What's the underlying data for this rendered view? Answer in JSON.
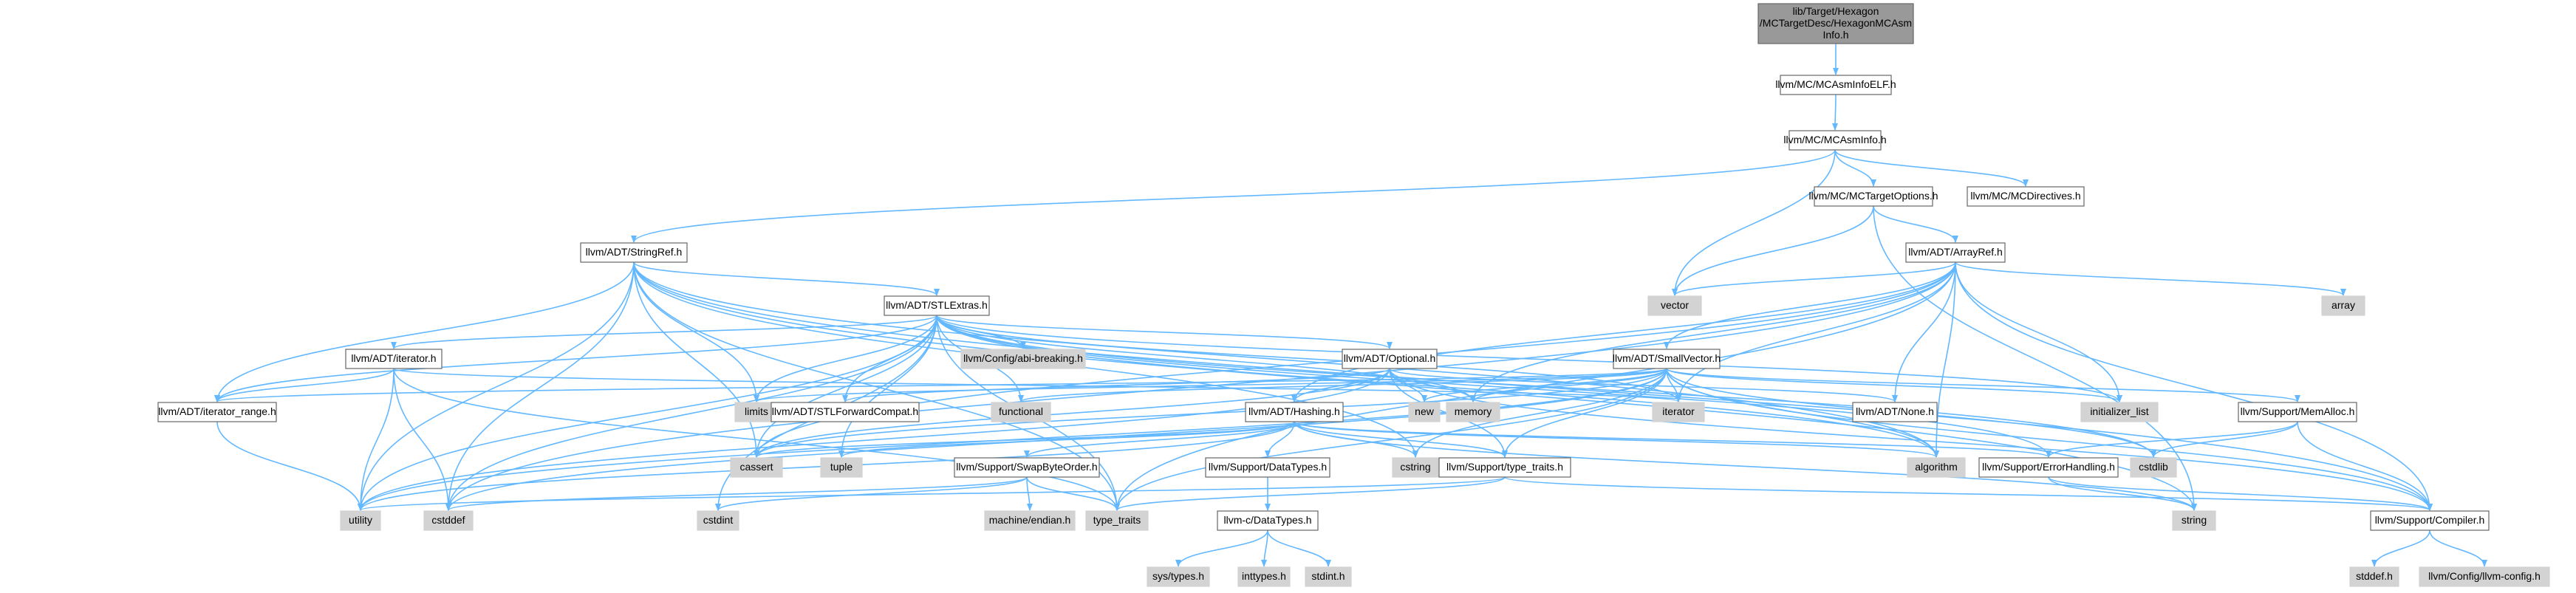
{
  "graph": {
    "colors": {
      "edge": "#63b8ff",
      "internal_fill": "#ffffff",
      "internal_border": "#666666",
      "external_fill": "#d3d3d3",
      "root_fill": "#999999"
    },
    "nodes": {
      "root": {
        "lines": [
          "lib/Target/Hexagon",
          "/MCTargetDesc/HexagonMCAsm",
          "Info.h"
        ],
        "kind": "root"
      },
      "mcasminfoelf": {
        "lines": [
          "llvm/MC/MCAsmInfoELF.h"
        ],
        "kind": "internal"
      },
      "mcasminfo": {
        "lines": [
          "llvm/MC/MCAsmInfo.h"
        ],
        "kind": "internal"
      },
      "mctargetoptions": {
        "lines": [
          "llvm/MC/MCTargetOptions.h"
        ],
        "kind": "internal"
      },
      "mcdirectives": {
        "lines": [
          "llvm/MC/MCDirectives.h"
        ],
        "kind": "internal"
      },
      "stringref": {
        "lines": [
          "llvm/ADT/StringRef.h"
        ],
        "kind": "internal"
      },
      "arrayref": {
        "lines": [
          "llvm/ADT/ArrayRef.h"
        ],
        "kind": "internal"
      },
      "vector": {
        "lines": [
          "vector"
        ],
        "kind": "external"
      },
      "array": {
        "lines": [
          "array"
        ],
        "kind": "external"
      },
      "stlextras": {
        "lines": [
          "llvm/ADT/STLExtras.h"
        ],
        "kind": "internal"
      },
      "abibreaking": {
        "lines": [
          "llvm/Config/abi-breaking.h"
        ],
        "kind": "external"
      },
      "iteratorh": {
        "lines": [
          "llvm/ADT/iterator.h"
        ],
        "kind": "internal"
      },
      "optional": {
        "lines": [
          "llvm/ADT/Optional.h"
        ],
        "kind": "internal"
      },
      "smallvector": {
        "lines": [
          "llvm/ADT/SmallVector.h"
        ],
        "kind": "internal"
      },
      "iteratorrange": {
        "lines": [
          "llvm/ADT/iterator_range.h"
        ],
        "kind": "internal"
      },
      "limits": {
        "lines": [
          "limits"
        ],
        "kind": "external"
      },
      "stlforward": {
        "lines": [
          "llvm/ADT/STLForwardCompat.h"
        ],
        "kind": "internal"
      },
      "functional": {
        "lines": [
          "functional"
        ],
        "kind": "external"
      },
      "hashing": {
        "lines": [
          "llvm/ADT/Hashing.h"
        ],
        "kind": "internal"
      },
      "new": {
        "lines": [
          "new"
        ],
        "kind": "external"
      },
      "memory": {
        "lines": [
          "memory"
        ],
        "kind": "external"
      },
      "iterator": {
        "lines": [
          "iterator"
        ],
        "kind": "external"
      },
      "none": {
        "lines": [
          "llvm/ADT/None.h"
        ],
        "kind": "internal"
      },
      "initlist": {
        "lines": [
          "initializer_list"
        ],
        "kind": "external"
      },
      "memalloc": {
        "lines": [
          "llvm/Support/MemAlloc.h"
        ],
        "kind": "internal"
      },
      "cassert": {
        "lines": [
          "cassert"
        ],
        "kind": "external"
      },
      "tuple": {
        "lines": [
          "tuple"
        ],
        "kind": "external"
      },
      "cstring": {
        "lines": [
          "cstring"
        ],
        "kind": "external"
      },
      "swapbyte": {
        "lines": [
          "llvm/Support/SwapByteOrder.h"
        ],
        "kind": "internal"
      },
      "datatypes": {
        "lines": [
          "llvm/Support/DataTypes.h"
        ],
        "kind": "internal"
      },
      "typetraitsh": {
        "lines": [
          "llvm/Support/type_traits.h"
        ],
        "kind": "internal"
      },
      "algorithm": {
        "lines": [
          "algorithm"
        ],
        "kind": "external"
      },
      "errorhandling": {
        "lines": [
          "llvm/Support/ErrorHandling.h"
        ],
        "kind": "internal"
      },
      "cstdlib": {
        "lines": [
          "cstdlib"
        ],
        "kind": "external"
      },
      "utility": {
        "lines": [
          "utility"
        ],
        "kind": "external"
      },
      "cstddef": {
        "lines": [
          "cstddef"
        ],
        "kind": "external"
      },
      "cstdint": {
        "lines": [
          "cstdint"
        ],
        "kind": "external"
      },
      "endian": {
        "lines": [
          "machine/endian.h"
        ],
        "kind": "external"
      },
      "typetraits": {
        "lines": [
          "type_traits"
        ],
        "kind": "external"
      },
      "cdatatypes": {
        "lines": [
          "llvm-c/DataTypes.h"
        ],
        "kind": "internal"
      },
      "string": {
        "lines": [
          "string"
        ],
        "kind": "external"
      },
      "compiler": {
        "lines": [
          "llvm/Support/Compiler.h"
        ],
        "kind": "internal"
      },
      "systypes": {
        "lines": [
          "sys/types.h"
        ],
        "kind": "external"
      },
      "inttypes": {
        "lines": [
          "inttypes.h"
        ],
        "kind": "external"
      },
      "stdint": {
        "lines": [
          "stdint.h"
        ],
        "kind": "external"
      },
      "stddef": {
        "lines": [
          "stddef.h"
        ],
        "kind": "external"
      },
      "llvmconfig": {
        "lines": [
          "llvm/Config/llvm-config.h"
        ],
        "kind": "external"
      }
    },
    "edges": [
      [
        "root",
        "mcasminfoelf"
      ],
      [
        "mcasminfoelf",
        "mcasminfo"
      ],
      [
        "mcasminfo",
        "stringref"
      ],
      [
        "mcasminfo",
        "mctargetoptions"
      ],
      [
        "mcasminfo",
        "mcdirectives"
      ],
      [
        "mcasminfo",
        "vector"
      ],
      [
        "mctargetoptions",
        "arrayref"
      ],
      [
        "mctargetoptions",
        "string"
      ],
      [
        "mctargetoptions",
        "vector"
      ],
      [
        "stringref",
        "stlextras"
      ],
      [
        "stringref",
        "iteratorrange"
      ],
      [
        "stringref",
        "compiler"
      ],
      [
        "stringref",
        "algorithm"
      ],
      [
        "stringref",
        "cassert"
      ],
      [
        "stringref",
        "cstddef"
      ],
      [
        "stringref",
        "cstring"
      ],
      [
        "stringref",
        "limits"
      ],
      [
        "stringref",
        "string"
      ],
      [
        "stringref",
        "typetraits"
      ],
      [
        "stringref",
        "utility"
      ],
      [
        "arrayref",
        "hashing"
      ],
      [
        "arrayref",
        "none"
      ],
      [
        "arrayref",
        "smallvector"
      ],
      [
        "arrayref",
        "compiler"
      ],
      [
        "arrayref",
        "algorithm"
      ],
      [
        "arrayref",
        "array"
      ],
      [
        "arrayref",
        "cassert"
      ],
      [
        "arrayref",
        "cstddef"
      ],
      [
        "arrayref",
        "initlist"
      ],
      [
        "arrayref",
        "iterator"
      ],
      [
        "arrayref",
        "memory"
      ],
      [
        "arrayref",
        "typetraits"
      ],
      [
        "arrayref",
        "vector"
      ],
      [
        "stlextras",
        "abibreaking"
      ],
      [
        "stlextras",
        "iteratorh"
      ],
      [
        "stlextras",
        "optional"
      ],
      [
        "stlextras",
        "stlforward"
      ],
      [
        "stlextras",
        "iteratorrange"
      ],
      [
        "stlextras",
        "errorhandling"
      ],
      [
        "stlextras",
        "algorithm"
      ],
      [
        "stlextras",
        "cassert"
      ],
      [
        "stlextras",
        "cstddef"
      ],
      [
        "stlextras",
        "cstdint"
      ],
      [
        "stlextras",
        "cstdlib"
      ],
      [
        "stlextras",
        "functional"
      ],
      [
        "stlextras",
        "initlist"
      ],
      [
        "stlextras",
        "iterator"
      ],
      [
        "stlextras",
        "limits"
      ],
      [
        "stlextras",
        "memory"
      ],
      [
        "stlextras",
        "tuple"
      ],
      [
        "stlextras",
        "typetraits"
      ],
      [
        "stlextras",
        "utility"
      ],
      [
        "iteratorh",
        "iteratorrange"
      ],
      [
        "iteratorh",
        "cstddef"
      ],
      [
        "iteratorh",
        "iterator"
      ],
      [
        "iteratorh",
        "typetraits"
      ],
      [
        "iteratorh",
        "utility"
      ],
      [
        "optional",
        "hashing"
      ],
      [
        "optional",
        "none"
      ],
      [
        "optional",
        "stlforward"
      ],
      [
        "optional",
        "compiler"
      ],
      [
        "optional",
        "typetraitsh"
      ],
      [
        "optional",
        "cassert"
      ],
      [
        "optional",
        "memory"
      ],
      [
        "optional",
        "new"
      ],
      [
        "optional",
        "utility"
      ],
      [
        "smallvector",
        "iteratorrange"
      ],
      [
        "smallvector",
        "compiler"
      ],
      [
        "smallvector",
        "memalloc"
      ],
      [
        "smallvector",
        "typetraitsh"
      ],
      [
        "smallvector",
        "algorithm"
      ],
      [
        "smallvector",
        "cassert"
      ],
      [
        "smallvector",
        "cstddef"
      ],
      [
        "smallvector",
        "cstdlib"
      ],
      [
        "smallvector",
        "cstring"
      ],
      [
        "smallvector",
        "functional"
      ],
      [
        "smallvector",
        "initlist"
      ],
      [
        "smallvector",
        "iterator"
      ],
      [
        "smallvector",
        "limits"
      ],
      [
        "smallvector",
        "memory"
      ],
      [
        "smallvector",
        "new"
      ],
      [
        "smallvector",
        "typetraits"
      ],
      [
        "smallvector",
        "utility"
      ],
      [
        "hashing",
        "datatypes"
      ],
      [
        "hashing",
        "errorhandling"
      ],
      [
        "hashing",
        "swapbyte"
      ],
      [
        "hashing",
        "typetraitsh"
      ],
      [
        "hashing",
        "algorithm"
      ],
      [
        "hashing",
        "cassert"
      ],
      [
        "hashing",
        "cstring"
      ],
      [
        "hashing",
        "string"
      ],
      [
        "hashing",
        "tuple"
      ],
      [
        "hashing",
        "utility"
      ],
      [
        "memalloc",
        "compiler"
      ],
      [
        "memalloc",
        "errorhandling"
      ],
      [
        "memalloc",
        "cstdlib"
      ],
      [
        "swapbyte",
        "cstddef"
      ],
      [
        "swapbyte",
        "cstdint"
      ],
      [
        "swapbyte",
        "typetraits"
      ],
      [
        "swapbyte",
        "endian"
      ],
      [
        "datatypes",
        "cdatatypes"
      ],
      [
        "typetraitsh",
        "compiler"
      ],
      [
        "typetraitsh",
        "typetraits"
      ],
      [
        "typetraitsh",
        "utility"
      ],
      [
        "errorhandling",
        "compiler"
      ],
      [
        "errorhandling",
        "string"
      ],
      [
        "cdatatypes",
        "systypes"
      ],
      [
        "cdatatypes",
        "inttypes"
      ],
      [
        "cdatatypes",
        "stdint"
      ],
      [
        "compiler",
        "stddef"
      ],
      [
        "compiler",
        "llvmconfig"
      ],
      [
        "iteratorrange",
        "utility"
      ]
    ]
  }
}
